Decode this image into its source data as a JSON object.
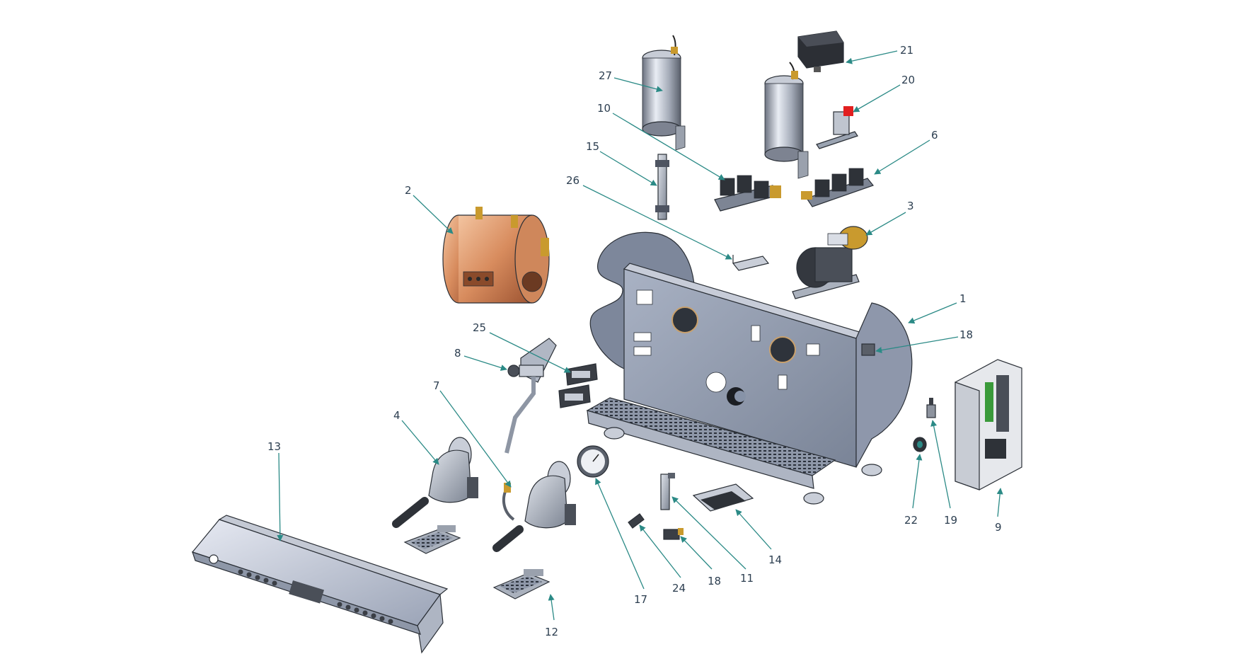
{
  "diagram": {
    "type": "exploded-parts-view",
    "accent_color": "#2b8a86",
    "callouts": [
      "1",
      "2",
      "3",
      "4",
      "6",
      "7",
      "8",
      "9",
      "10",
      "11",
      "12",
      "13",
      "14",
      "15",
      "17",
      "18",
      "18",
      "19",
      "20",
      "21",
      "22",
      "24",
      "25",
      "26",
      "27"
    ]
  }
}
